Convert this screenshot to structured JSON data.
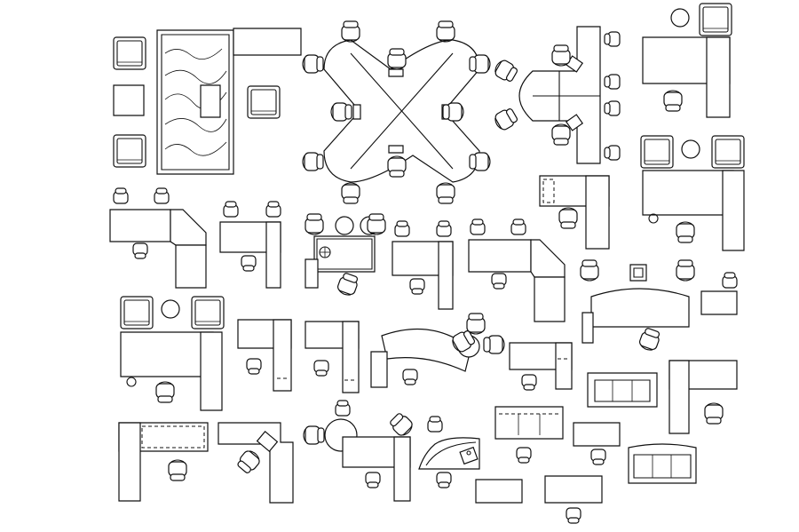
{
  "diagram": {
    "kind": "office furniture CAD plan",
    "colors": {
      "line": "#111111",
      "background": "#ffffff"
    },
    "blocks": [
      "lounge-sofa-set",
      "executive-rug-table",
      "cross-workstation-cluster",
      "l-desk",
      "conference-desk",
      "reception-desk",
      "sofa",
      "armchair",
      "office-chair"
    ]
  }
}
